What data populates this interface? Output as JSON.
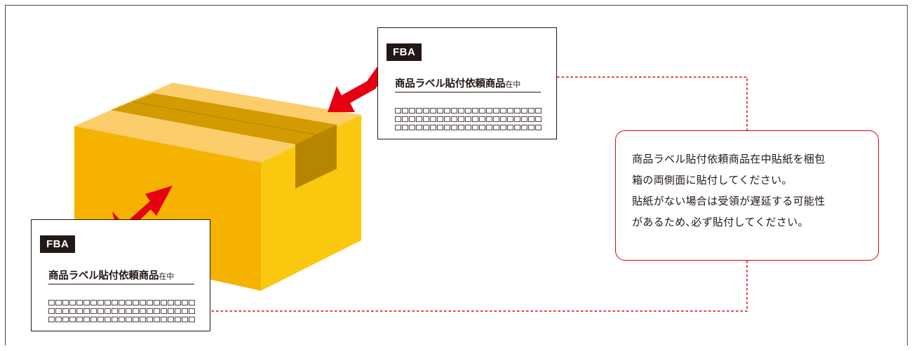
{
  "label_card": {
    "badge": "FBA",
    "title": "商品ラベル貼付依頼商品",
    "title_suffix": "在中"
  },
  "note": {
    "lines": [
      "商品ラベル貼付依頼商品在中貼紙を梱包",
      "箱の両側面に貼付してください。",
      "貼紙がない場合は受領が遅延する可能性",
      "があるため､必ず貼付してください。"
    ]
  },
  "colors": {
    "arrow": "#e60012",
    "dashed_connector": "#e60012",
    "note_border": "#e60012",
    "box_top": "#fbcd6b",
    "box_front": "#f5b200",
    "box_side": "#fac80f",
    "tape": "#d39b00",
    "tape_side": "#b78600",
    "badge_bg": "#231815"
  },
  "icons": {
    "box": "cardboard-box-icon",
    "arrow": "red-arrow-icon"
  }
}
